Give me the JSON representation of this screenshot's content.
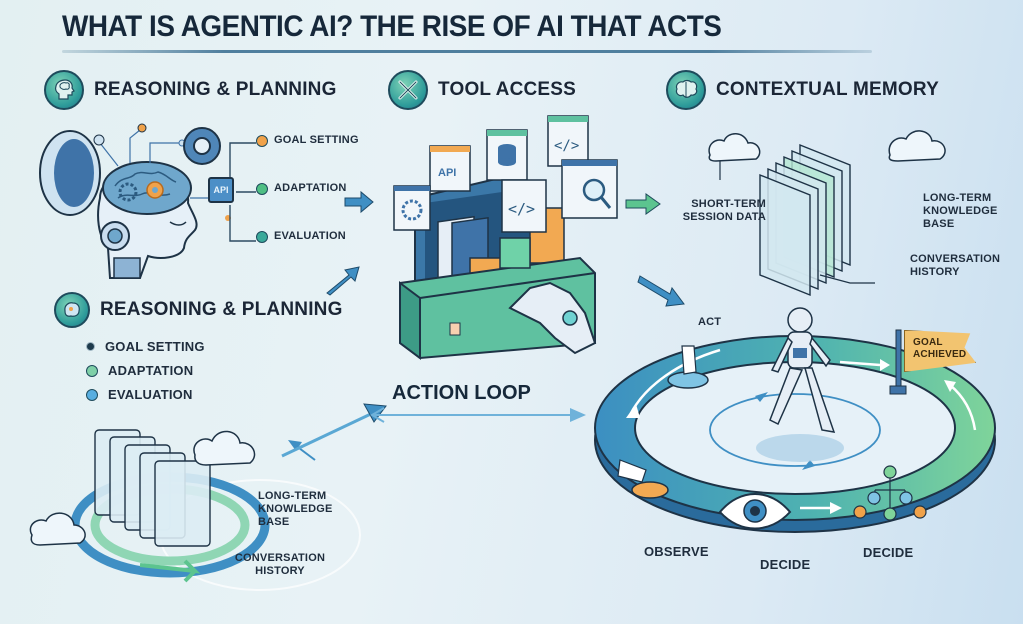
{
  "title": "WHAT IS AGENTIC AI? THE RISE OF AI THAT ACTS",
  "sections": {
    "reasoning_top": {
      "label": "REASONING & PLANNING",
      "icon": "brain-head-icon",
      "branches": [
        {
          "label": "GOAL SETTING",
          "color": "#f0a24a"
        },
        {
          "label": "ADAPTATION",
          "color": "#4fbf84"
        },
        {
          "label": "EVALUATION",
          "color": "#3aa99a"
        }
      ],
      "chip_label": "API"
    },
    "tool_access": {
      "label": "TOOL ACCESS",
      "icon": "wrench-screwdriver-icon",
      "cards": [
        "API",
        "database",
        "</>",
        "</>",
        "search",
        "settings"
      ]
    },
    "contextual_memory": {
      "label": "CONTEXTUAL MEMORY",
      "icon": "brain-icon",
      "labels": {
        "short_term": [
          "SHORT-TERM",
          "SESSION DATA"
        ],
        "long_term": [
          "LONG-TERM",
          "KNOWLEDGE",
          "BASE"
        ],
        "conversation": [
          "CONVERSATION",
          "HISTORY"
        ]
      }
    },
    "reasoning_bottom": {
      "label": "REASONING & PLANNING",
      "icon": "brain-head-icon",
      "items": [
        {
          "label": "GOAL SETTING",
          "color": "#1e3b4c"
        },
        {
          "label": "ADAPTATION",
          "color": "#7fd0a8"
        },
        {
          "label": "EVALUATION",
          "color": "#58aee0"
        }
      ]
    },
    "memory_bottom": {
      "labels": {
        "long_term": [
          "LONG-TERM",
          "KNOWLEDGE",
          "BASE"
        ],
        "conversation": [
          "CONVERSATION",
          "HISTORY"
        ]
      }
    },
    "action_loop": {
      "label": "ACTION LOOP",
      "steps": {
        "act": "ACT",
        "observe": "OBSERVE",
        "decide_1": "DECIDE",
        "decide_2": "DECIDE"
      },
      "goal_flag": [
        "GOAL",
        "ACHIEVED"
      ]
    }
  },
  "colors": {
    "title": "#16283a",
    "teal": "#2e9c9a",
    "blue": "#2f7fb5",
    "green": "#5cc48f",
    "orange": "#f0a24a",
    "flag": "#f2c470"
  }
}
